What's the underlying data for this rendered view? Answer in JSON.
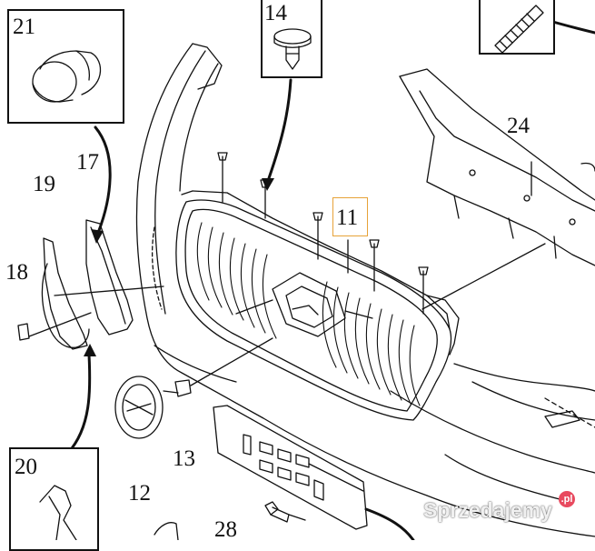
{
  "callouts": {
    "c21": "21",
    "c14": "14",
    "c24": "24",
    "c17": "17",
    "c19": "19",
    "c18": "18",
    "c11": "11",
    "c20": "20",
    "c13": "13",
    "c12": "12",
    "c28": "28"
  },
  "watermark": {
    "text": "Sprzedajemy",
    "suffix": ".pl"
  },
  "colors": {
    "line": "#111111",
    "highlight": "#e7a238",
    "watermark_badge": "#e84a5f"
  }
}
